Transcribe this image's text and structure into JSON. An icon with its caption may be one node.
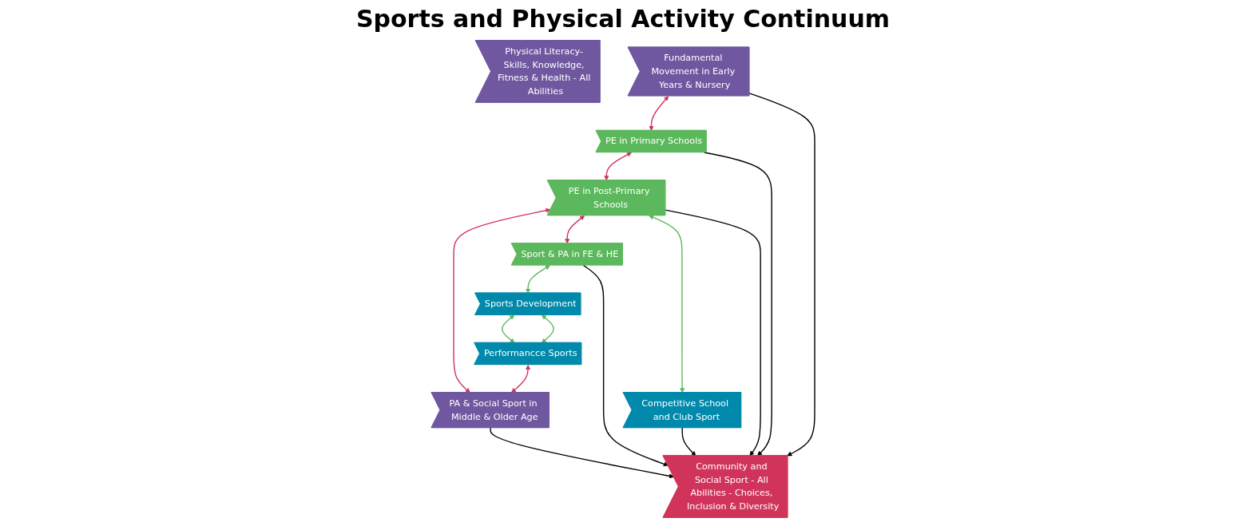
{
  "diagram": {
    "title": "Sports and Physical Activity Continuum",
    "nodes": [
      {
        "text": [
          "Physical Literacy- Skills, Knowledge, Fitness & Health - All Abilities"
        ]
      },
      {
        "text": [
          "Fundamental Movement in Early Years & Nursery"
        ]
      },
      {
        "text": [
          "PE in Primary Schools"
        ]
      },
      {
        "text": [
          "PE in Post-Primary Schools"
        ]
      },
      {
        "text": [
          "Competitive School and Club Sport"
        ]
      },
      {
        "text": [
          "Sport & PA in FE & HE"
        ]
      },
      {
        "text": [
          "Sports Development"
        ]
      },
      {
        "text": [
          "Performancce Sports"
        ]
      },
      {
        "text": [
          "PA & Social Sport in Middle & Older Age"
        ]
      },
      {
        "text": [
          "Community and Social Sport - All Abilities - Choices, Inclusion & Diversity"
        ]
      }
    ],
    "edges": [
      {
        "from": 1,
        "to": 2,
        "arrow": "both",
        "color": "#d1345b"
      },
      {
        "from": 2,
        "to": 3,
        "arrow": "both",
        "color": "#d1345b"
      },
      {
        "from": 3,
        "to": 8,
        "arrow": "both",
        "color": "#d1345b"
      },
      {
        "from": 3,
        "to": 5,
        "arrow": "both",
        "color": "#d1345b"
      },
      {
        "from": 3,
        "to": 4,
        "arrow": "both",
        "color": "#5cb85c"
      },
      {
        "from": 5,
        "to": 6,
        "arrow": "both",
        "color": "#5cb85c"
      },
      {
        "from": 6,
        "to": 7,
        "arrow": "both",
        "color": "#5cb85c"
      },
      {
        "from": 7,
        "to": 8,
        "arrow": "both",
        "color": "#d1345b"
      },
      {
        "from": 6,
        "to": 7,
        "arrow": "both",
        "color": "#5cb85c"
      },
      {
        "from": 1,
        "to": 9,
        "arrow": "to"
      },
      {
        "from": 2,
        "to": 9,
        "arrow": "to"
      },
      {
        "from": 3,
        "to": 9,
        "arrow": "to"
      },
      {
        "from": 4,
        "to": 9,
        "arrow": "to"
      },
      {
        "from": 5,
        "to": 9,
        "arrow": "to"
      },
      {
        "from": 8,
        "to": 9,
        "arrow": "to"
      }
    ]
  }
}
